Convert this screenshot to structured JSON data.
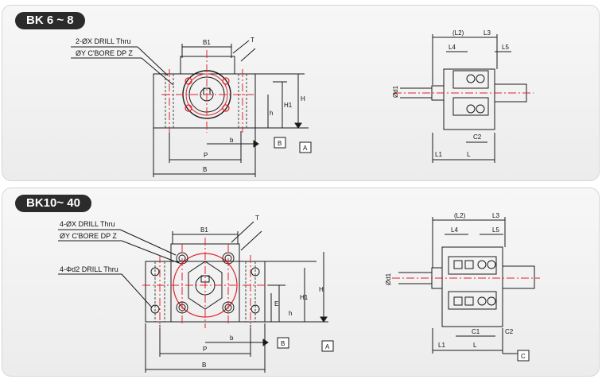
{
  "top": {
    "tag": "BK 6 ~ 8",
    "drill_label": "2-ØX DRILL Thru",
    "cbore_label": "ØY C'BORE DP Z",
    "dims": {
      "B1": "B1",
      "T": "T",
      "H": "H",
      "H1": "H1",
      "h": "h",
      "b": "b",
      "P": "P",
      "B": "B",
      "L2": "(L2)",
      "L3": "L3",
      "L4": "L4",
      "L5": "L5",
      "d1": "Ød1",
      "C2": "C2",
      "L1": "L1",
      "L": "L"
    },
    "datum": {
      "A": "A",
      "B": "B"
    }
  },
  "bottom": {
    "tag": "BK10~ 40",
    "drill_label": "4-ØX DRILL Thru",
    "cbore_label": "ØY C'BORE  DP Z",
    "drill2_label": "4-Φd2 DRILL Thru",
    "dims": {
      "B1": "B1",
      "T": "T",
      "H": "H",
      "H1": "H1",
      "E": "E",
      "h": "h",
      "b": "b",
      "P": "P",
      "B": "B",
      "L2": "(L2)",
      "L3": "L3",
      "L4": "L4",
      "L5": "L5",
      "d1": "Ød1",
      "C1": "C1",
      "C2": "C2",
      "L1": "L1",
      "L": "L"
    },
    "datum": {
      "A": "A",
      "B": "B",
      "C": "C"
    }
  },
  "colors": {
    "outline": "#1a1a1a",
    "center": "#e0232b",
    "hidden": "#444444",
    "panel": "#efefef",
    "tag": "#2b2b2b"
  }
}
